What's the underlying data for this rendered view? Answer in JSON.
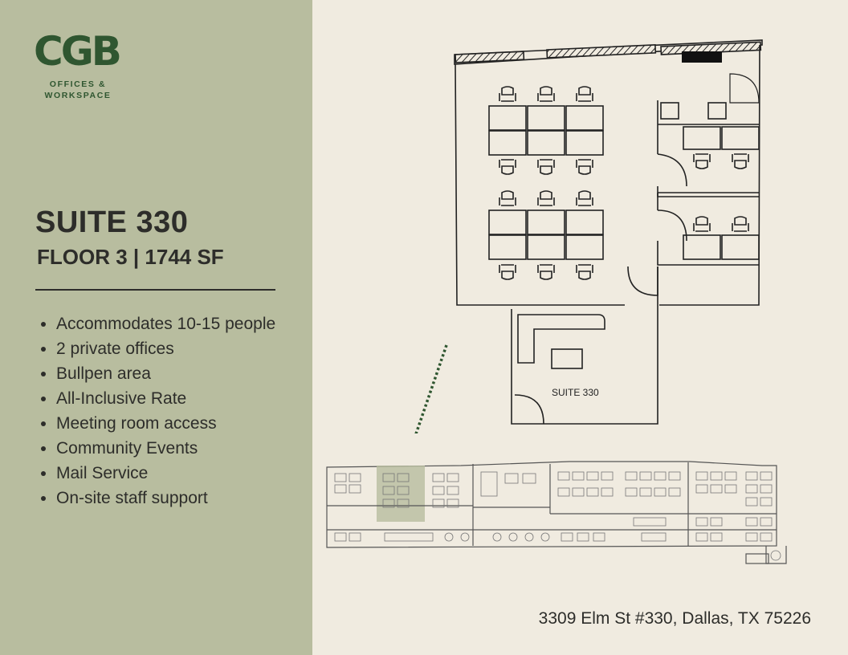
{
  "logo": {
    "mark": "CGB",
    "subtitle": "OFFICES &\nWORKSPACE"
  },
  "listing": {
    "title": "SUITE 330",
    "subtitle": "FLOOR 3 | 1744 SF",
    "features": [
      "Accommodates 10-15 people",
      "2 private offices",
      "Bullpen area",
      "All-Inclusive Rate",
      "Meeting room access",
      "Community Events",
      "Mail Service",
      "On-site staff support"
    ]
  },
  "floorplan": {
    "suite_label": "SUITE 330"
  },
  "address": "3309 Elm St #330, Dallas, TX 75226",
  "colors": {
    "sidebar": "#b8bd9f",
    "background": "#f0ebe0",
    "brand_green": "#2f5630",
    "highlight": "#b8bd9f"
  }
}
